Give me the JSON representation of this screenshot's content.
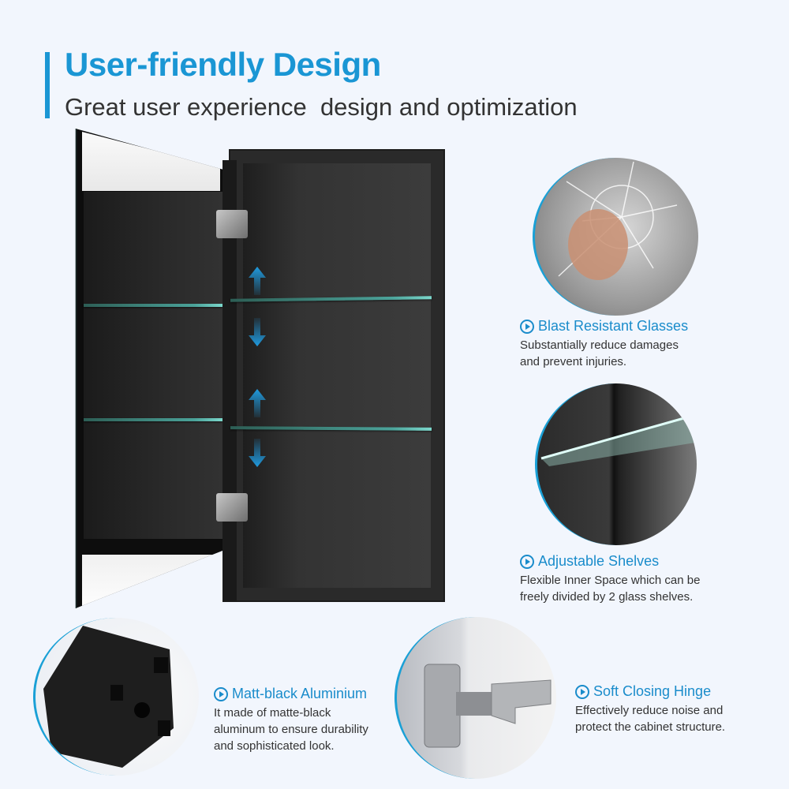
{
  "header": {
    "title": "User-friendly Design",
    "subtitle": "Great user experience  design and optimization",
    "accent_color": "#1a96d4"
  },
  "product": {
    "image": "medicine-cabinet-open-door",
    "shelf_count": 2,
    "arrow_icons": [
      "arrow-up-icon",
      "arrow-down-icon",
      "arrow-up-icon",
      "arrow-down-icon"
    ]
  },
  "features": [
    {
      "id": "blast-resistant",
      "icon": "play-circle-icon",
      "image": "shattered-glass-fist",
      "title": "Blast Resistant Glasses",
      "desc": [
        "Substantially reduce damages",
        "and prevent injuries."
      ]
    },
    {
      "id": "adjustable-shelves",
      "icon": "play-circle-icon",
      "image": "glass-shelf-closeup",
      "title": "Adjustable Shelves",
      "desc": [
        "Flexible Inner Space which can be",
        "freely divided by 2 glass shelves."
      ]
    },
    {
      "id": "matt-black-aluminium",
      "icon": "play-circle-icon",
      "image": "aluminium-profile",
      "title": "Matt-black Aluminium",
      "desc": [
        "It made of matte-black",
        "aluminum to ensure durability",
        "and sophisticated look."
      ]
    },
    {
      "id": "soft-closing-hinge",
      "icon": "play-circle-icon",
      "image": "soft-close-hinge",
      "title": "Soft Closing Hinge",
      "desc": [
        "Effectively reduce noise and",
        "protect the cabinet structure."
      ]
    }
  ],
  "colors": {
    "background": "#f2f6fd",
    "heading": "#1a96d4",
    "feature_title": "#1a8ccb",
    "body_text": "#333333",
    "arrow": "#1f9be0"
  }
}
